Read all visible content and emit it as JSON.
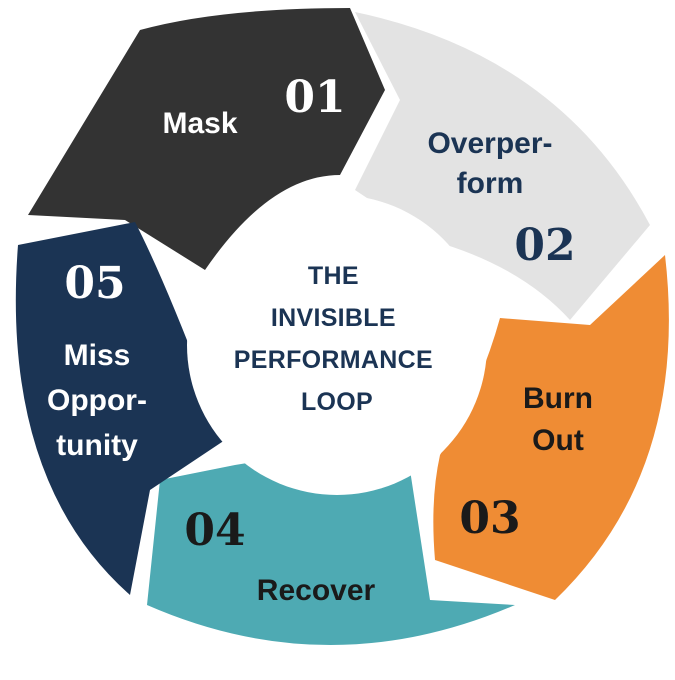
{
  "center": {
    "lines": [
      "THE",
      "INVISIBLE",
      "PERFORMANCE",
      "LOOP"
    ],
    "color": "#1b3454"
  },
  "segments": [
    {
      "number": "01",
      "lines": [
        "Mask"
      ],
      "color": "#333333",
      "text_color": "#ffffff",
      "number_color": "#ffffff"
    },
    {
      "number": "02",
      "lines": [
        "Overper-",
        "form"
      ],
      "color": "#e3e3e3",
      "text_color": "#1b3454",
      "number_color": "#1b3454"
    },
    {
      "number": "03",
      "lines": [
        "Burn",
        "Out"
      ],
      "color": "#ef8c34",
      "text_color": "#1a1a1a",
      "number_color": "#1a1a1a"
    },
    {
      "number": "04",
      "lines": [
        "Recover"
      ],
      "color": "#4eaab3",
      "text_color": "#1a1a1a",
      "number_color": "#1a1a1a"
    },
    {
      "number": "05",
      "lines": [
        "Miss",
        "Oppor-",
        "tunity"
      ],
      "color": "#1b3454",
      "text_color": "#ffffff",
      "number_color": "#ffffff"
    }
  ]
}
